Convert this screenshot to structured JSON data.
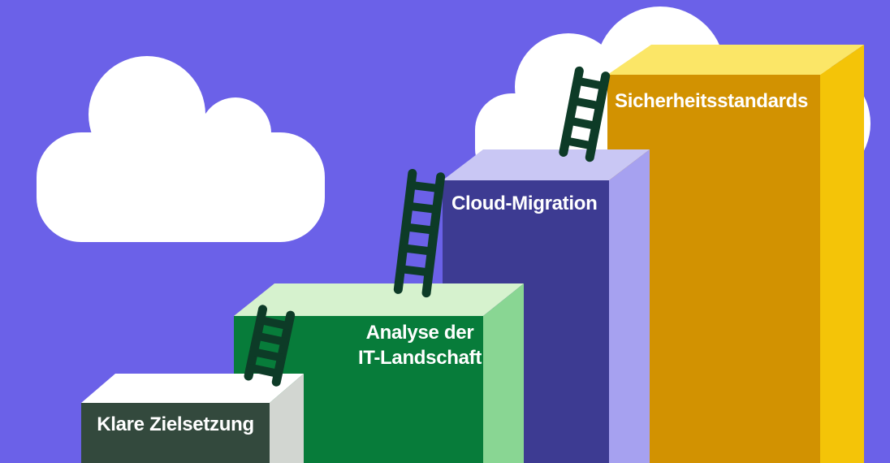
{
  "scene": {
    "background_color": "#6B61E8",
    "cloud_color": "#FFFFFF",
    "ladder_color": "#0D3B27",
    "label_color": "#FFFFFF"
  },
  "steps": [
    {
      "label": "Klare Zielsetzung",
      "front_color": "#33493D",
      "top_color": "#FFFFFF",
      "side_color": "#D2D6D1"
    },
    {
      "label": "Analyse der\nIT-Landschaft",
      "front_color": "#077C3A",
      "top_color": "#D6F2CE",
      "side_color": "#89D693"
    },
    {
      "label": "Cloud-Migration",
      "front_color": "#3D3B92",
      "top_color": "#C9C7F4",
      "side_color": "#A6A1F0"
    },
    {
      "label": "Sicherheitsstandards",
      "front_color": "#D29201",
      "top_color": "#FBE667",
      "side_color": "#F4C408"
    }
  ]
}
